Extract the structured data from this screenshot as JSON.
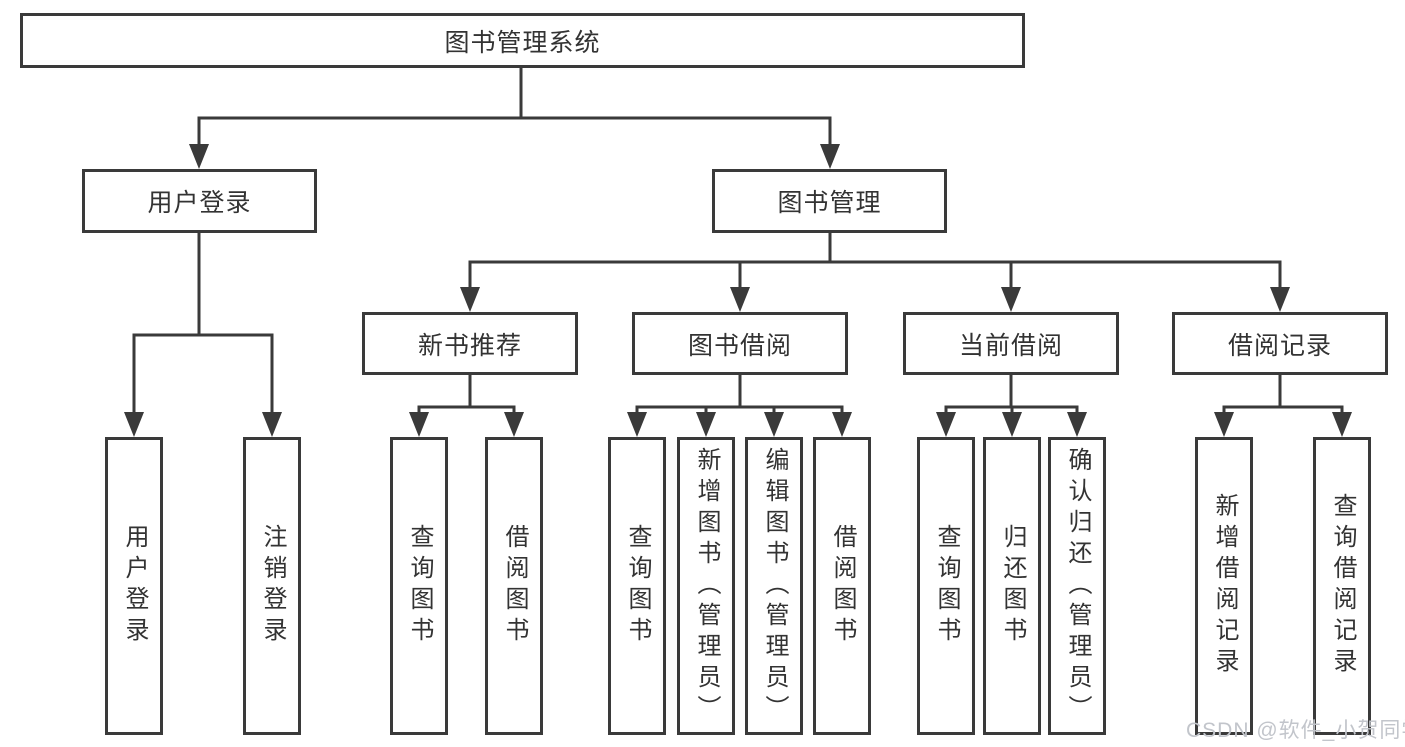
{
  "diagram": {
    "root": {
      "label": "图书管理系统"
    },
    "level2": [
      {
        "label": "用户登录"
      },
      {
        "label": "图书管理"
      }
    ],
    "level3": [
      {
        "label": "新书推荐",
        "parent": "图书管理"
      },
      {
        "label": "图书借阅",
        "parent": "图书管理"
      },
      {
        "label": "当前借阅",
        "parent": "图书管理"
      },
      {
        "label": "借阅记录",
        "parent": "图书管理"
      }
    ],
    "leaves": [
      {
        "label": "用户登录",
        "parent": "用户登录"
      },
      {
        "label": "注销登录",
        "parent": "用户登录"
      },
      {
        "label": "查询图书",
        "parent": "新书推荐"
      },
      {
        "label": "借阅图书",
        "parent": "新书推荐"
      },
      {
        "label": "查询图书",
        "parent": "图书借阅"
      },
      {
        "label": "新增图书（管理员）",
        "parent": "图书借阅"
      },
      {
        "label": "编辑图书（管理员）",
        "parent": "图书借阅"
      },
      {
        "label": "借阅图书",
        "parent": "图书借阅"
      },
      {
        "label": "查询图书",
        "parent": "当前借阅"
      },
      {
        "label": "归还图书",
        "parent": "当前借阅"
      },
      {
        "label": "确认归还（管理员）",
        "parent": "当前借阅"
      },
      {
        "label": "新增借阅记录",
        "parent": "借阅记录"
      },
      {
        "label": "查询借阅记录",
        "parent": "借阅记录"
      }
    ]
  },
  "watermark": {
    "text": "CSDN @软件_小贺同学"
  },
  "colors": {
    "line": "#3a3a3a",
    "text": "#333333",
    "watermark": "#c2c5cb",
    "background": "#ffffff"
  }
}
